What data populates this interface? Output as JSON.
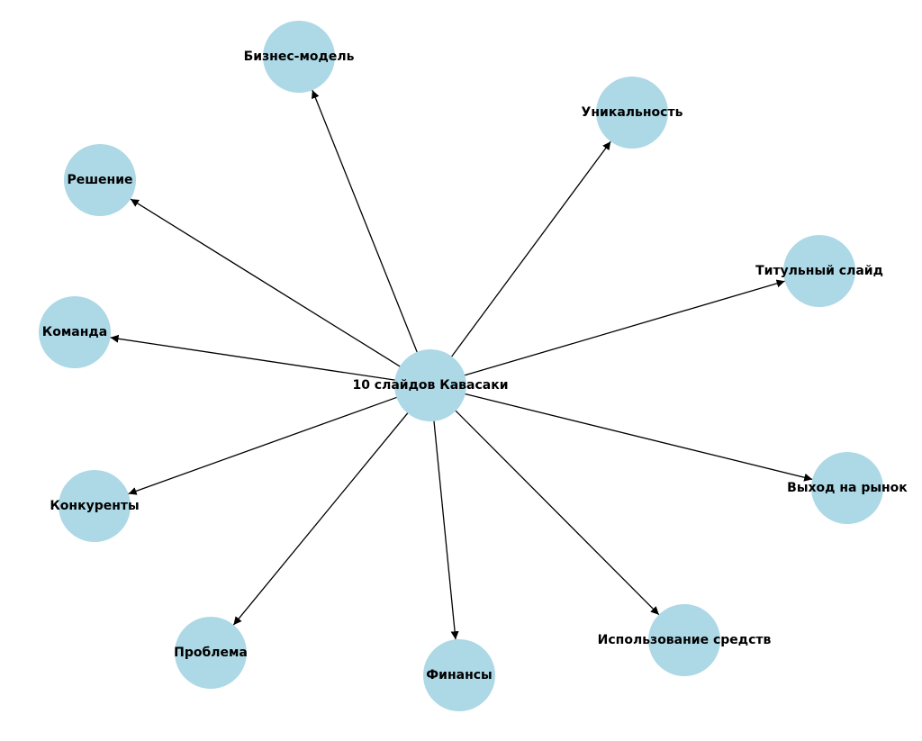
{
  "colors": {
    "node_fill": "#add8e6",
    "edge": "#000000",
    "label": "#000000",
    "background": "#ffffff"
  },
  "center": {
    "id": "center",
    "label": "10 слайдов Кавасаки"
  },
  "nodes": [
    {
      "id": "business-model",
      "label": "Бизнес-модель"
    },
    {
      "id": "uniqueness",
      "label": "Уникальность"
    },
    {
      "id": "solution",
      "label": "Решение"
    },
    {
      "id": "title-slide",
      "label": "Титульный слайд"
    },
    {
      "id": "team",
      "label": "Команда"
    },
    {
      "id": "go-to-market",
      "label": "Выход на рынок"
    },
    {
      "id": "competitors",
      "label": "Конкуренты"
    },
    {
      "id": "use-of-funds",
      "label": "Использование средств"
    },
    {
      "id": "problem",
      "label": "Проблема"
    },
    {
      "id": "finance",
      "label": "Финансы"
    }
  ],
  "edges": [
    {
      "from": "center",
      "to": "business-model"
    },
    {
      "from": "center",
      "to": "uniqueness"
    },
    {
      "from": "center",
      "to": "solution"
    },
    {
      "from": "center",
      "to": "title-slide"
    },
    {
      "from": "center",
      "to": "team"
    },
    {
      "from": "center",
      "to": "go-to-market"
    },
    {
      "from": "center",
      "to": "competitors"
    },
    {
      "from": "center",
      "to": "use-of-funds"
    },
    {
      "from": "center",
      "to": "problem"
    },
    {
      "from": "center",
      "to": "finance"
    }
  ]
}
